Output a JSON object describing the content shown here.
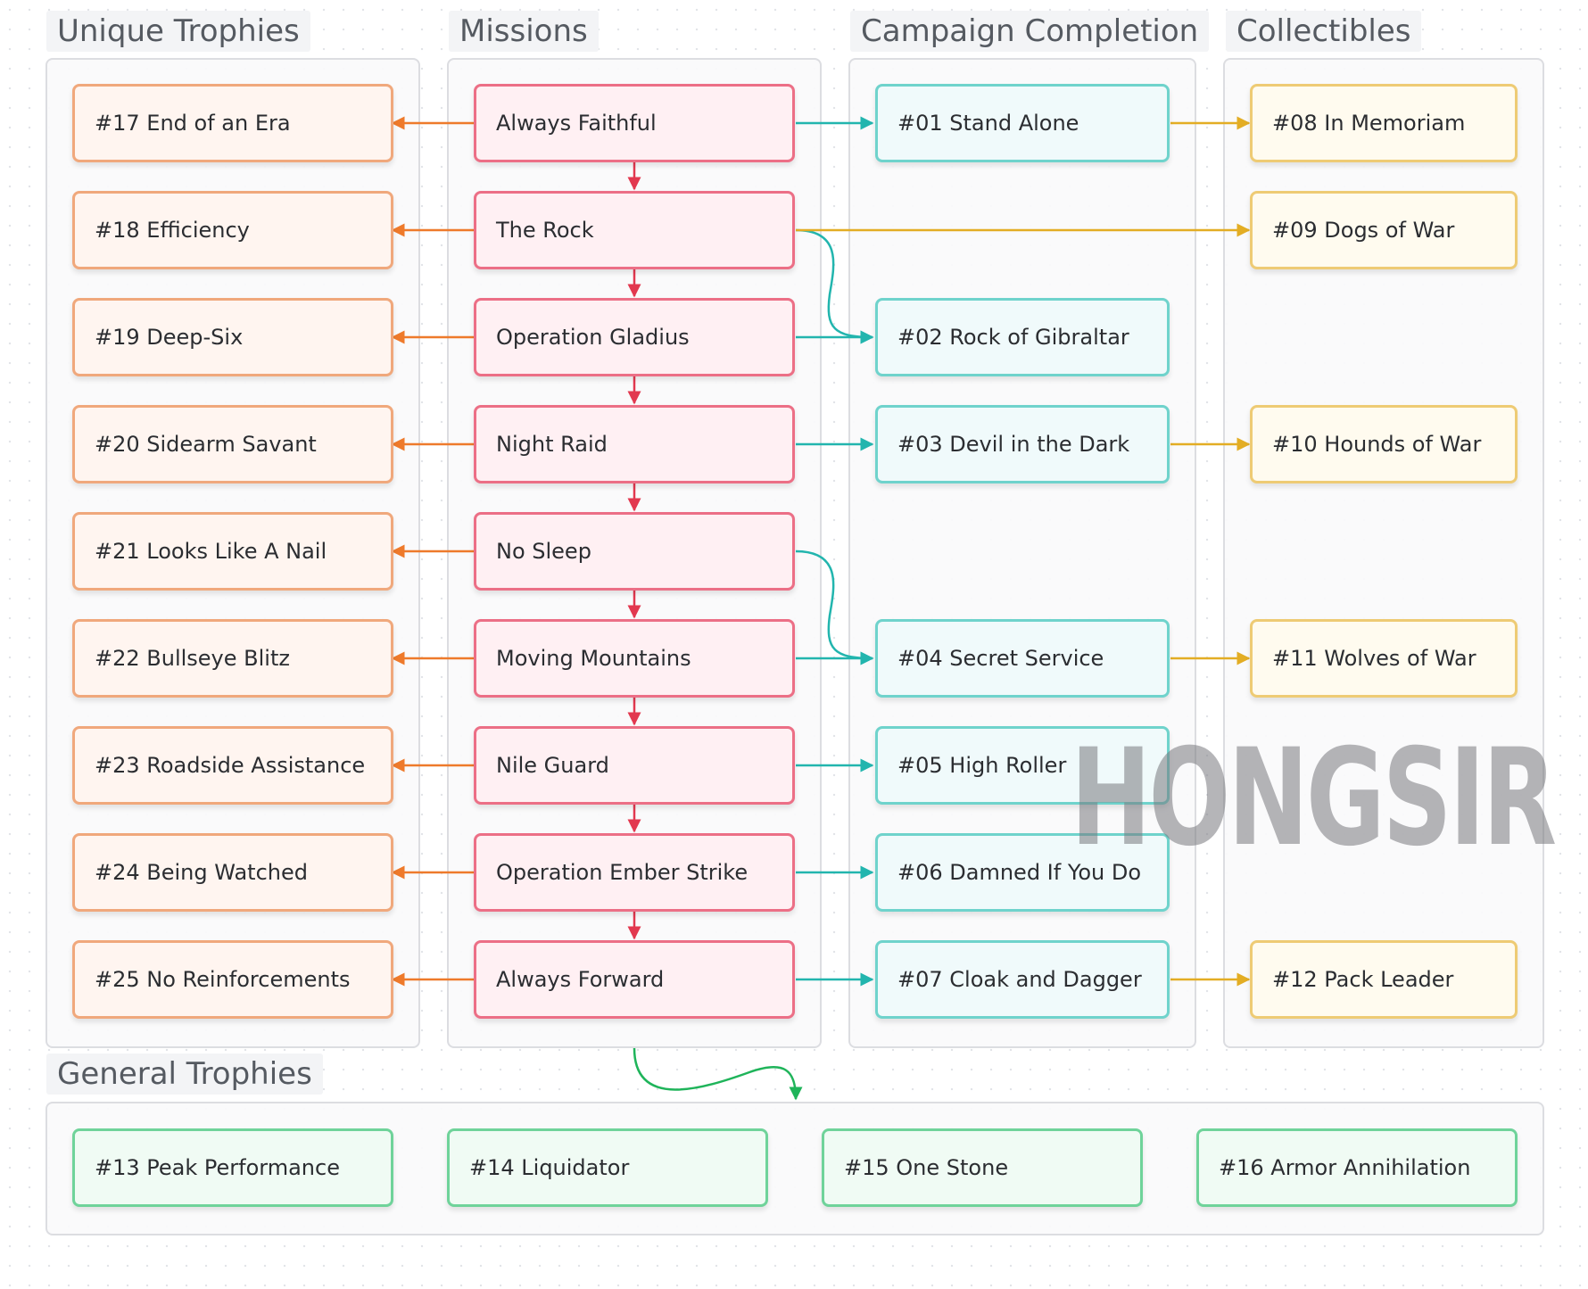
{
  "headers": {
    "unique": "Unique Trophies",
    "missions": "Missions",
    "campaign": "Campaign Completion",
    "collectibles": "Collectibles",
    "general": "General Trophies"
  },
  "unique": [
    "#17 End of an Era",
    "#18 Efficiency",
    "#19 Deep-Six",
    "#20 Sidearm Savant",
    "#21 Looks Like A Nail",
    "#22 Bullseye Blitz",
    "#23 Roadside Assistance",
    "#24 Being Watched",
    "#25 No Reinforcements"
  ],
  "missions": [
    "Always Faithful",
    "The Rock",
    "Operation Gladius",
    "Night Raid",
    "No Sleep",
    "Moving Mountains",
    "Nile Guard",
    "Operation Ember Strike",
    "Always Forward"
  ],
  "campaign": [
    "#01 Stand Alone",
    "#02 Rock of Gibraltar",
    "#03 Devil in the Dark",
    "#04 Secret Service",
    "#05 High Roller",
    "#06 Damned If You Do",
    "#07 Cloak and Dagger"
  ],
  "collectibles": [
    "#08 In Memoriam",
    "#09 Dogs of War",
    "#10 Hounds of War",
    "#11 Wolves of War",
    "#12 Pack Leader"
  ],
  "general": [
    "#13 Peak Performance",
    "#14 Liquidator",
    "#15 One Stone",
    "#16 Armor Annihilation"
  ],
  "watermark": "HONGSIR",
  "colors": {
    "unique_arrow": "#ee7a2b",
    "mission_arrow": "#e2384f",
    "campaign_arrow": "#22b5ae",
    "collectible_arrow": "#e3ad24",
    "general_arrow": "#1fb45a"
  }
}
